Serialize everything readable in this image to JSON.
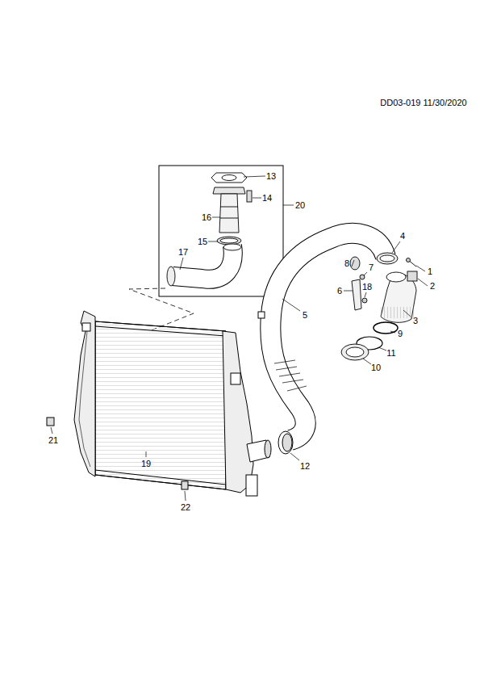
{
  "diagram": {
    "labels": [
      "DD03-019 11/30/2020",
      "13",
      "14",
      "20",
      "16",
      "15",
      "17",
      "4",
      "1",
      "8",
      "7",
      "2",
      "6",
      "18",
      "5",
      "3",
      "9",
      "11",
      "10",
      "21",
      "19",
      "12",
      "22"
    ]
  }
}
